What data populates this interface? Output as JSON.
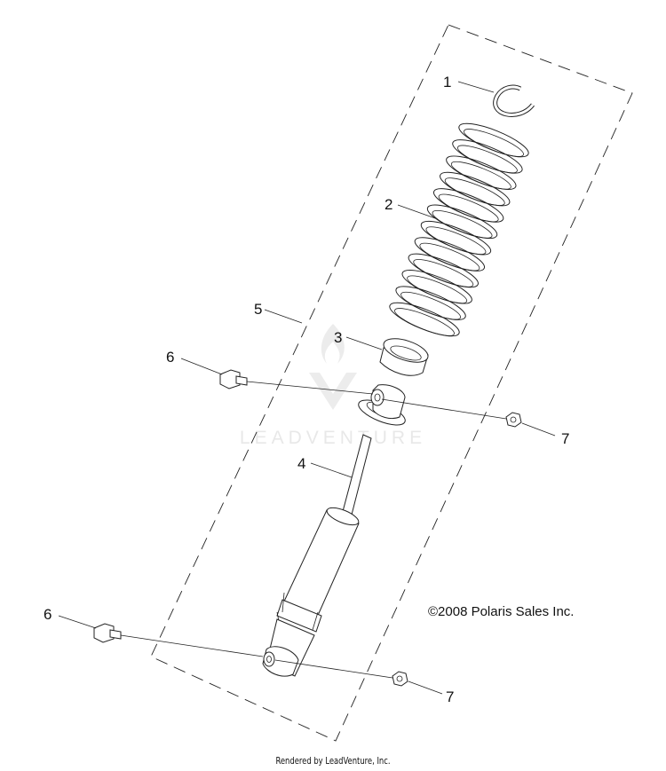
{
  "callouts": {
    "c1": "1",
    "c2": "2",
    "c3": "3",
    "c4": "4",
    "c5": "5",
    "c6_top": "6",
    "c7_top": "7",
    "c6_bottom": "6",
    "c7_bottom": "7"
  },
  "copyright": "©2008 Polaris Sales Inc.",
  "watermark": "LEADVENTURE",
  "footer": "Rendered by LeadVenture, Inc.",
  "colors": {
    "line": "#222222",
    "watermark": "#e8e8e8",
    "background": "#ffffff"
  }
}
